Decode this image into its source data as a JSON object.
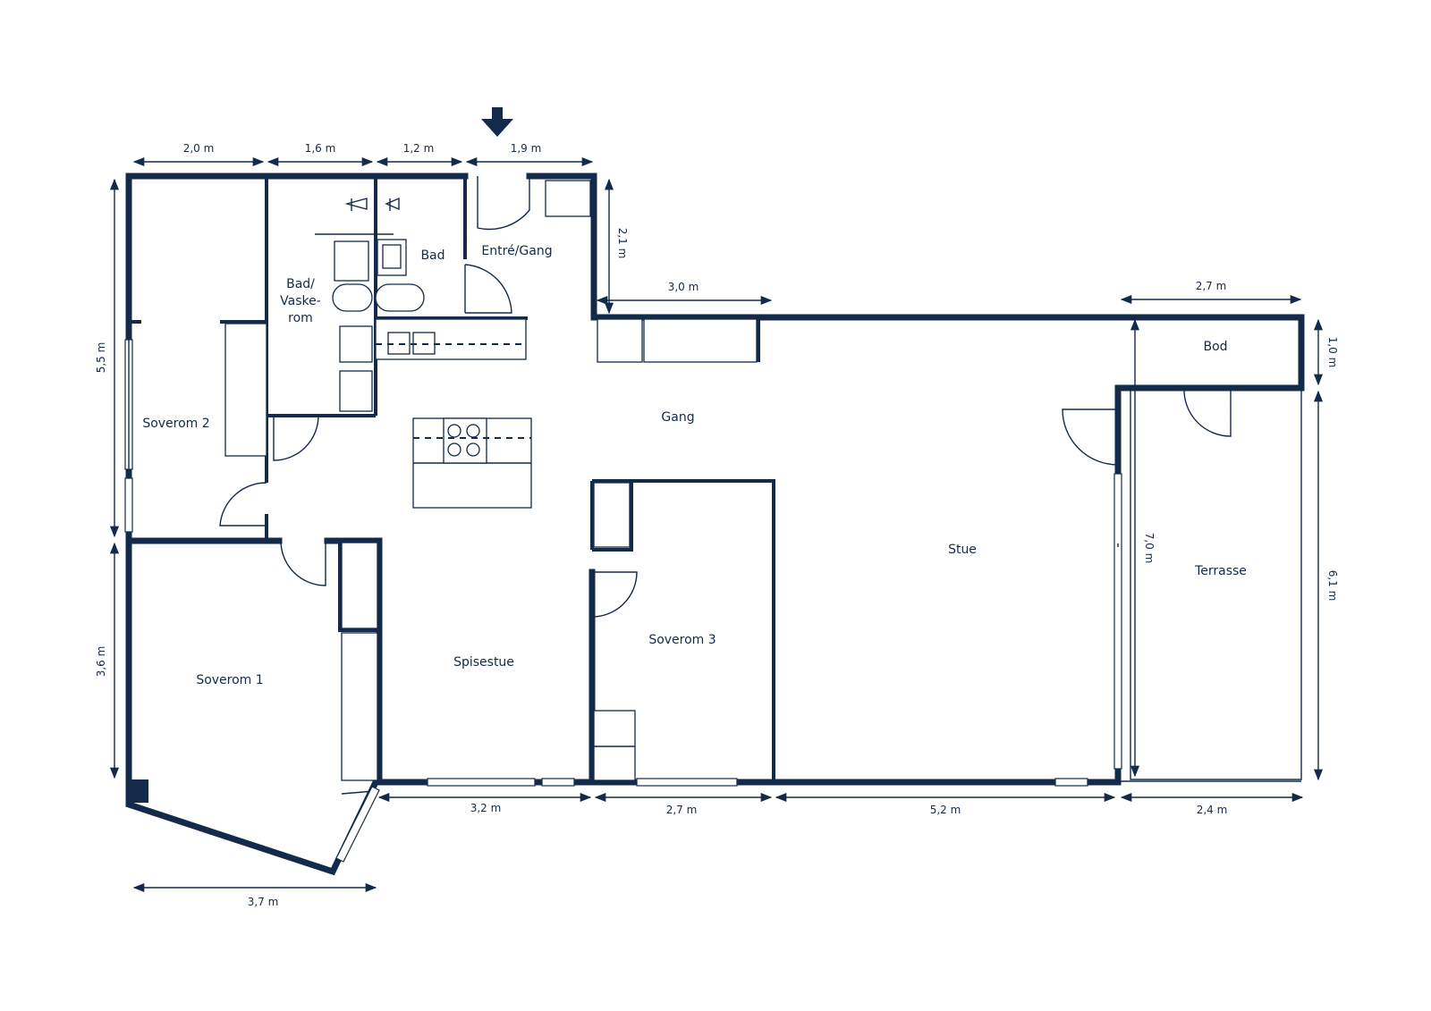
{
  "colors": {
    "wall": "#132a4a",
    "background": "#ffffff"
  },
  "entrance_marker": {
    "icon": "down-arrow-icon"
  },
  "rooms": [
    {
      "id": "soverom-2",
      "label": "Soverom 2"
    },
    {
      "id": "bad-vaskerom-1",
      "label": "Bad/"
    },
    {
      "id": "bad-vaskerom-2",
      "label": "Vaske-"
    },
    {
      "id": "bad-vaskerom-3",
      "label": "rom"
    },
    {
      "id": "bad",
      "label": "Bad"
    },
    {
      "id": "entre-gang",
      "label": "Entré/Gang"
    },
    {
      "id": "gang",
      "label": "Gang"
    },
    {
      "id": "bod",
      "label": "Bod"
    },
    {
      "id": "stue",
      "label": "Stue"
    },
    {
      "id": "terrasse",
      "label": "Terrasse"
    },
    {
      "id": "soverom-1",
      "label": "Soverom 1"
    },
    {
      "id": "spisestue",
      "label": "Spisestue"
    },
    {
      "id": "soverom-3",
      "label": "Soverom 3"
    }
  ],
  "dimensions": {
    "top": [
      "2,0 m",
      "1,6 m",
      "1,2 m",
      "1,9 m"
    ],
    "entry_height": "2,1 m",
    "gang_width": "3,0 m",
    "bod_width": "2,7 m",
    "bod_height": "1,0 m",
    "left_upper": "5,5 m",
    "left_lower": "3,6 m",
    "terrace_inner": "7,0 m",
    "terrace_outer": "6,1 m",
    "bottom": [
      "3,2 m",
      "2,7 m",
      "5,2 m",
      "2,4 m"
    ],
    "bottom_left": "3,7 m"
  }
}
